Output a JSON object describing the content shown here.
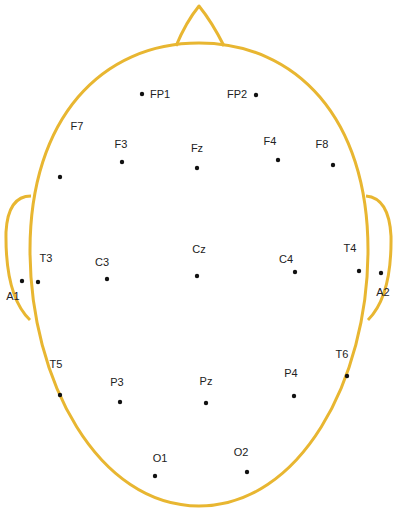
{
  "diagram": {
    "labels": [
      "FP1",
      "FP2",
      "F7",
      "F3",
      "Fz",
      "F4",
      "F8",
      "T3",
      "A1",
      "C3",
      "Cz",
      "C4",
      "T4",
      "A2",
      "T5",
      "P3",
      "Pz",
      "P4",
      "T6",
      "O1",
      "O2"
    ]
  }
}
